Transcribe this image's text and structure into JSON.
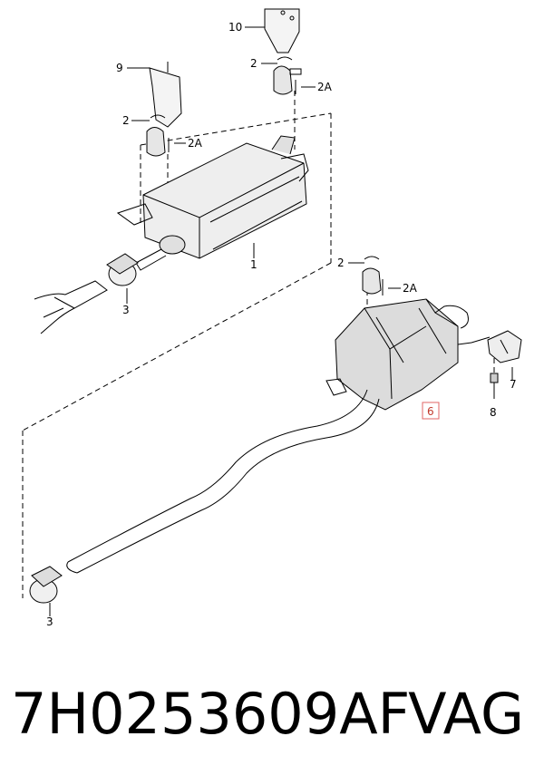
{
  "diagram": {
    "callouts": {
      "c10": "10",
      "c2_top": "2",
      "c2a_top": "2A",
      "c9": "9",
      "c2_left": "2",
      "c2a_left": "2A",
      "c1": "1",
      "c3_top": "3",
      "c2_right": "2",
      "c2a_right": "2A",
      "c6": "6",
      "c7": "7",
      "c8": "8",
      "c3_bottom": "3"
    },
    "colors": {
      "line": "#000000",
      "highlight_box": "#e06666"
    }
  },
  "footer": {
    "part_number": "7H0253609AF",
    "brand": "VAG"
  }
}
